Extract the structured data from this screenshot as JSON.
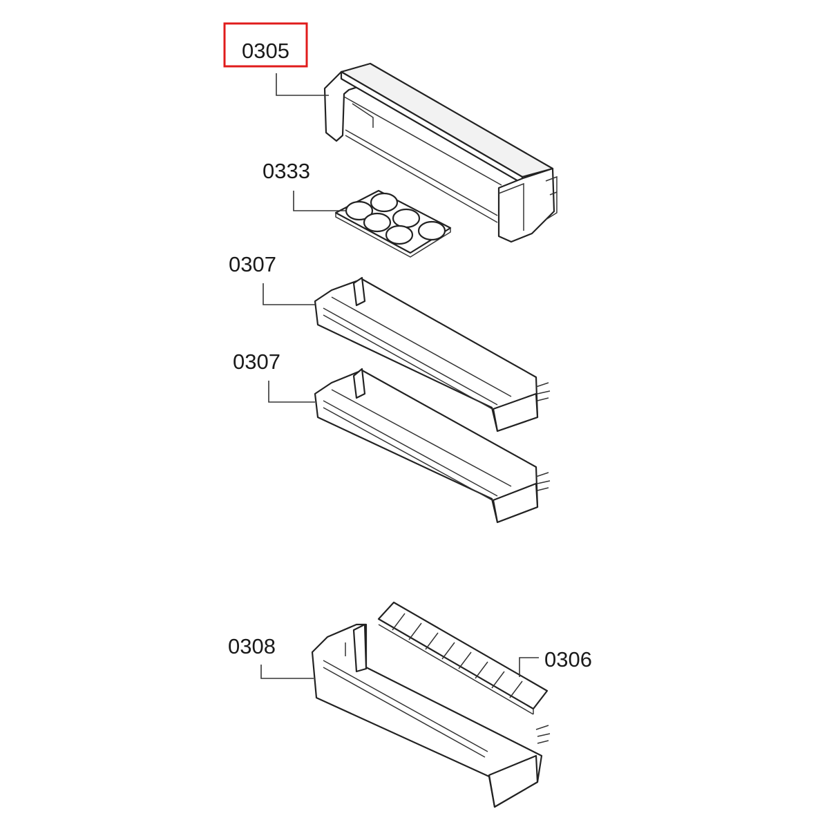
{
  "colors": {
    "highlight": "#e01b1b",
    "line": "#222222"
  },
  "parts": {
    "p0305": {
      "label": "0305",
      "highlighted": true
    },
    "p0333": {
      "label": "0333"
    },
    "p0307a": {
      "label": "0307"
    },
    "p0307b": {
      "label": "0307"
    },
    "p0308": {
      "label": "0308"
    },
    "p0306": {
      "label": "0306"
    }
  }
}
